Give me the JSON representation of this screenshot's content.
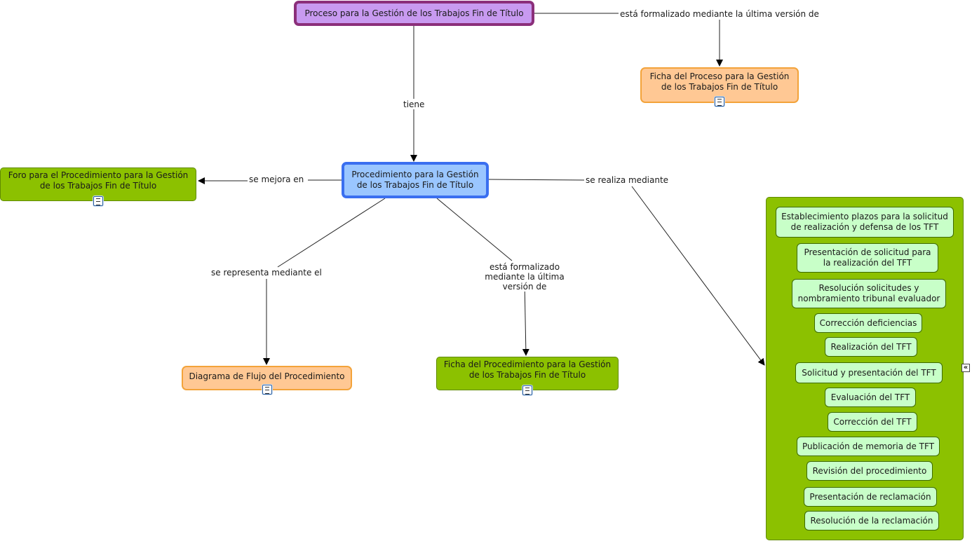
{
  "nodes": {
    "proceso": "Proceso para la Gestión de los Trabajos Fin de Título",
    "ficha_proceso": "Ficha del Proceso para la Gestión de los Trabajos Fin de Título",
    "procedimiento": "Procedimiento para la Gestión de los Trabajos Fin de Título",
    "foro": "Foro para el Procedimiento para la Gestión de los Trabajos Fin de Título",
    "diagrama": "Diagrama de Flujo del Procedimiento",
    "ficha_procedimiento": "Ficha del Procedimiento para la Gestión de los Trabajos Fin de Título"
  },
  "links": {
    "formalizado_proceso": "está formalizado mediante la última versión de",
    "tiene": "tiene",
    "mejora": "se mejora en",
    "realiza": "se realiza mediante",
    "representa": "se representa mediante el",
    "formalizado_proc": "está formalizado mediante la última versión de"
  },
  "steps": [
    "Establecimiento plazos para la solicitud de realización y defensa de los TFT",
    "Presentación de solicitud para la realización del TFT",
    "Resolución solicitudes y nombramiento tribunal evaluador",
    "Corrección deficiencias",
    "Realización del TFT",
    "Solicitud y presentación del TFT",
    "Evaluación del TFT",
    "Corrección del TFT",
    "Publicación de memoria de TFT",
    "Revisión del procedimiento",
    "Presentación de reclamación",
    "Resolución de la reclamación"
  ],
  "icons": {
    "document": "document-icon",
    "collapse": "collapse-icon"
  },
  "colors": {
    "purple_fill": "#c89af0",
    "purple_border": "#8b2f7a",
    "blue_fill": "#9ac6ff",
    "blue_border": "#3a6ff0",
    "orange_fill": "#ffc894",
    "orange_border": "#f3a33a",
    "green_fill": "#8cc100",
    "light_green_fill": "#c8ffc8"
  }
}
